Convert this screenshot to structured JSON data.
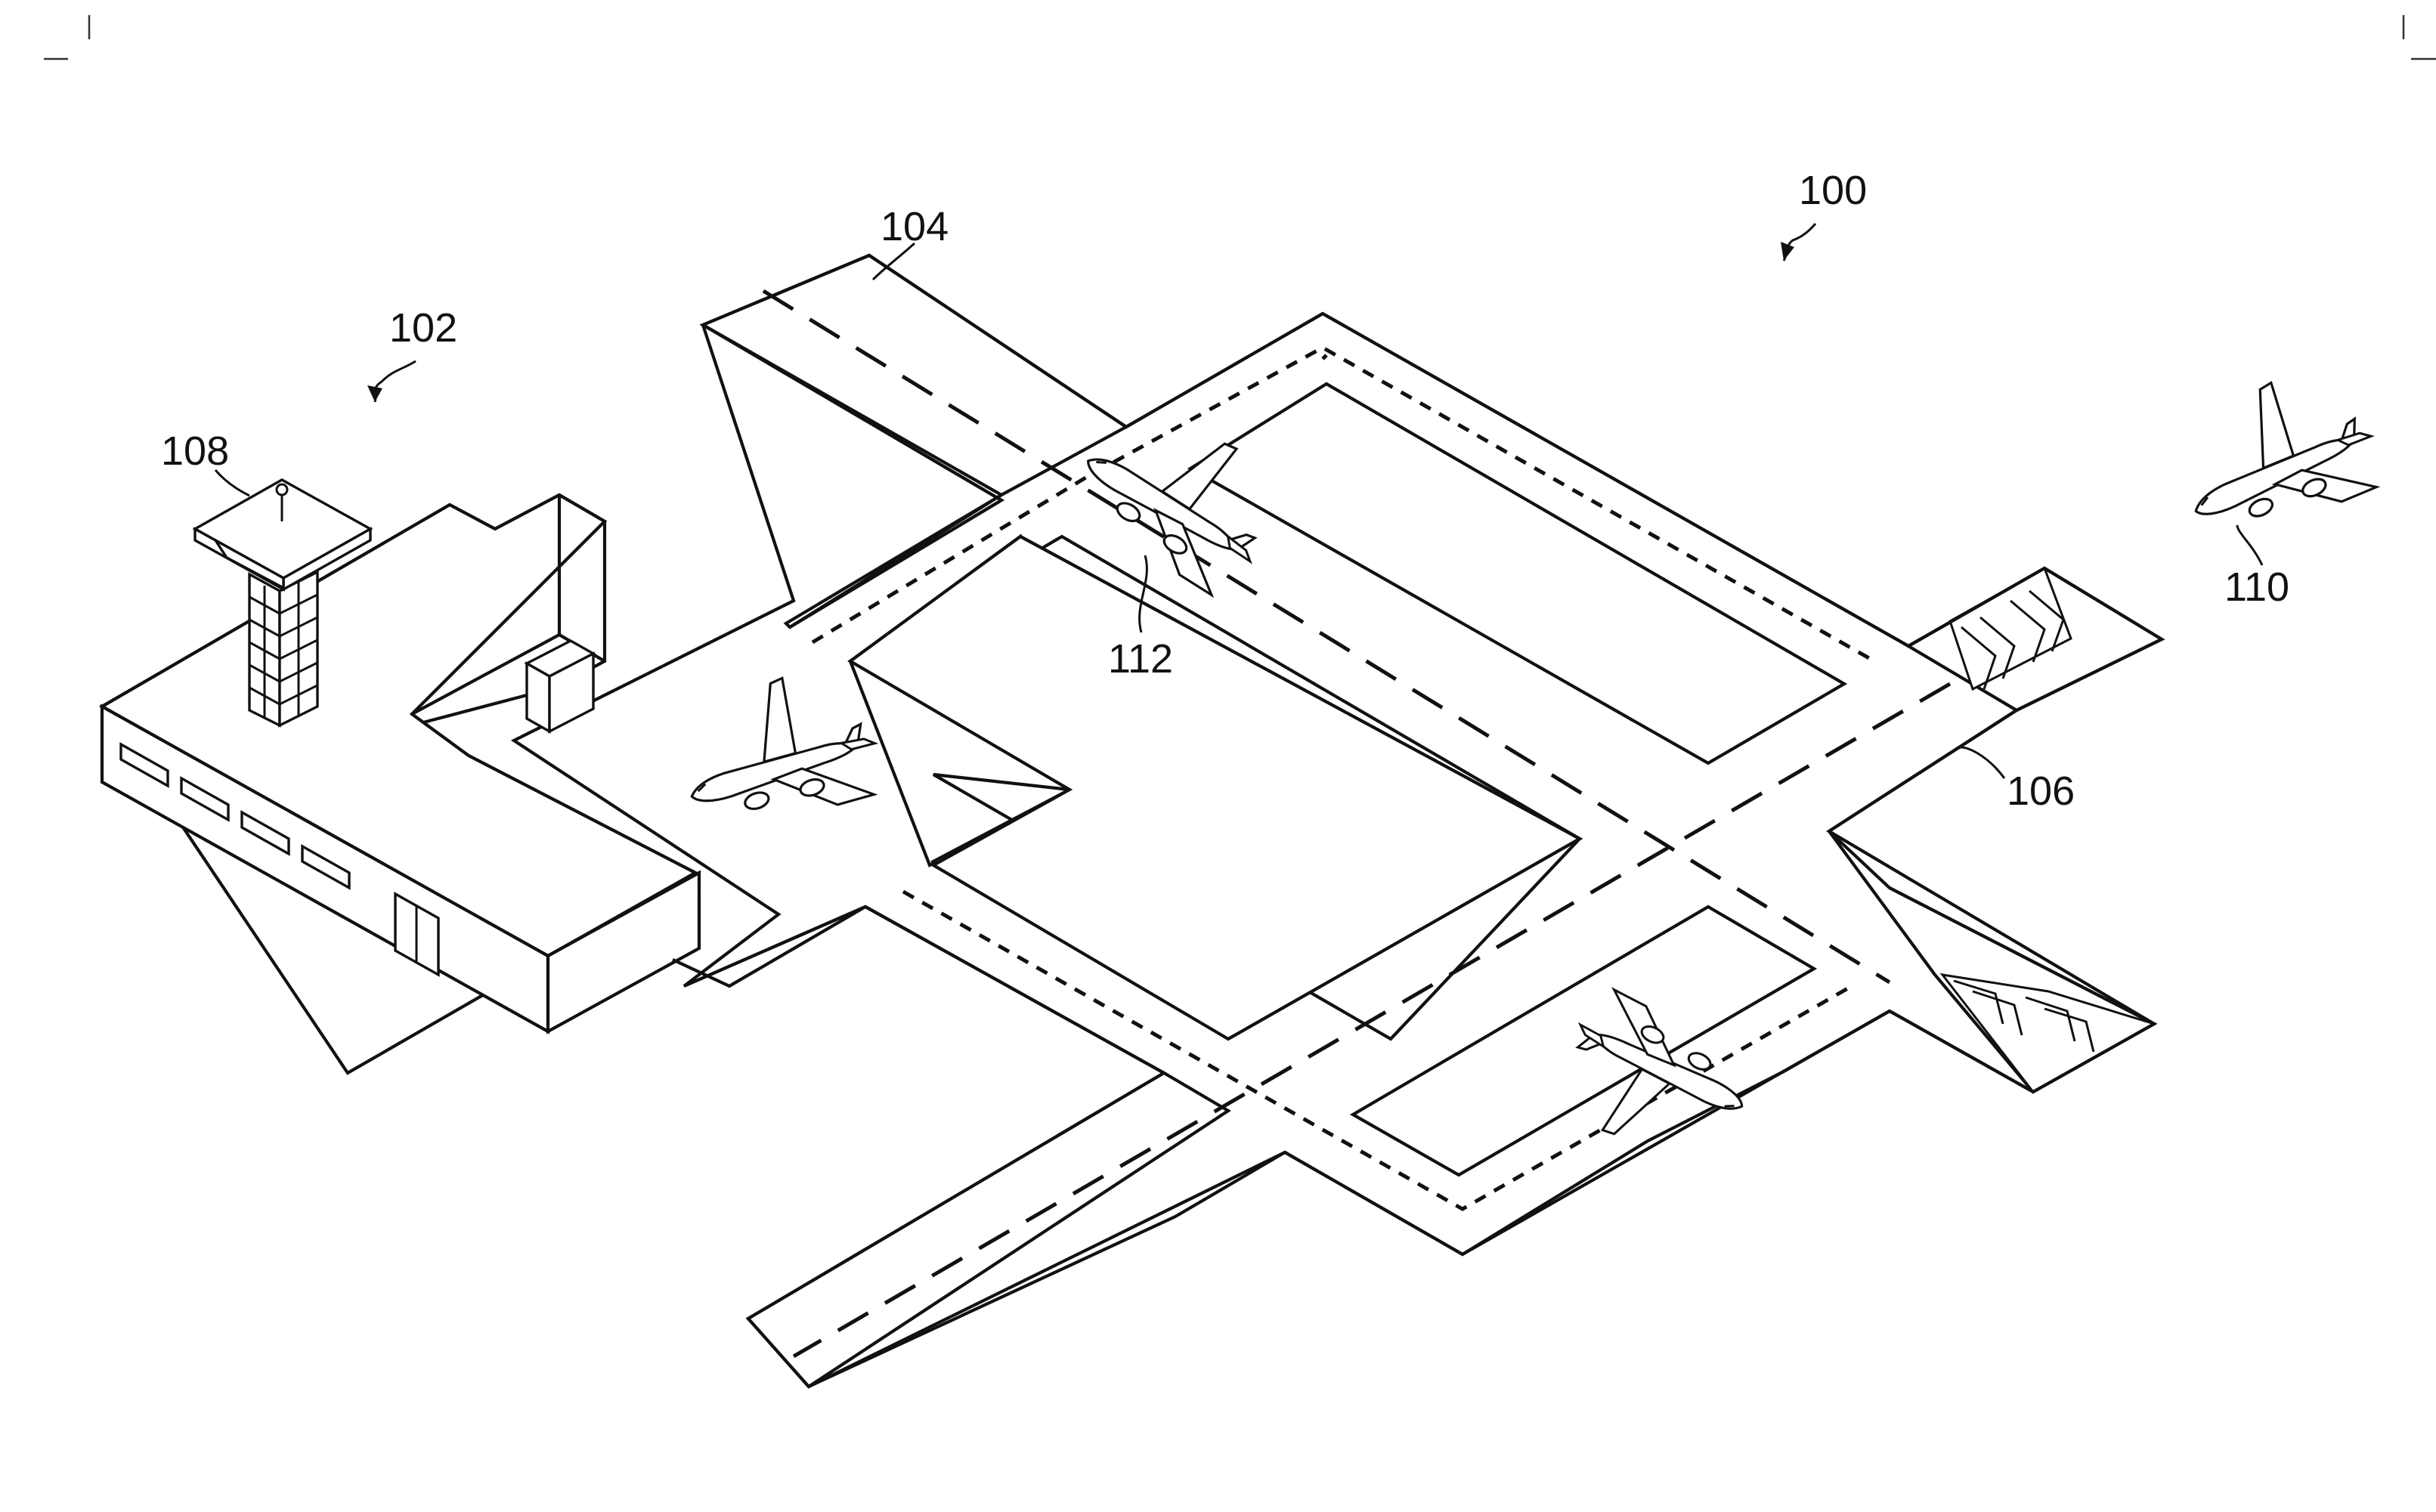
{
  "figure": {
    "labels": {
      "airport": "100",
      "terminal": "102",
      "runway_a": "104",
      "runway_b": "106",
      "tower": "108",
      "aircraft_airborne": "110",
      "aircraft_taxiing": "112"
    }
  }
}
